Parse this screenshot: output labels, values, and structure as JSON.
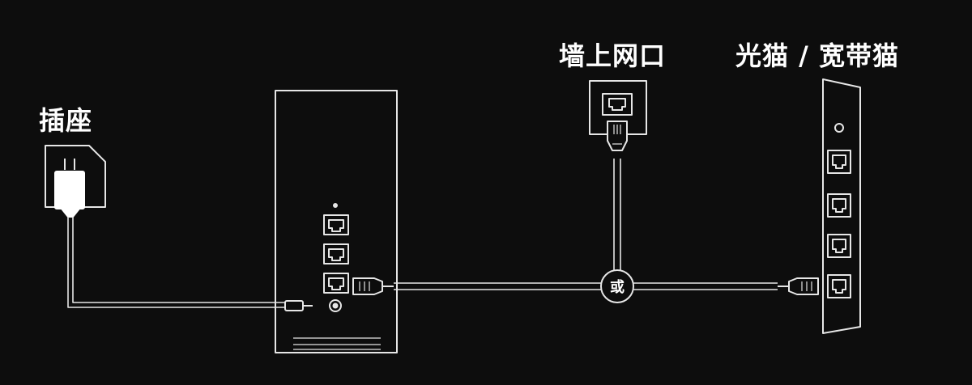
{
  "labels": {
    "outlet": "插座",
    "wall_port": "墙上网口",
    "modem": "光猫 / 宽带猫",
    "or": "或"
  },
  "colors": {
    "background": "#0d0d0d",
    "line": "#e6e6e6",
    "text": "#ffffff"
  },
  "icons": {
    "power-outlet": "power-outlet-icon",
    "power-adapter": "power-adapter-icon",
    "router": "router-device",
    "wall-jack": "wall-ethernet-jack-icon",
    "modem": "modem-device",
    "ethernet-plug": "ethernet-plug-icon"
  }
}
